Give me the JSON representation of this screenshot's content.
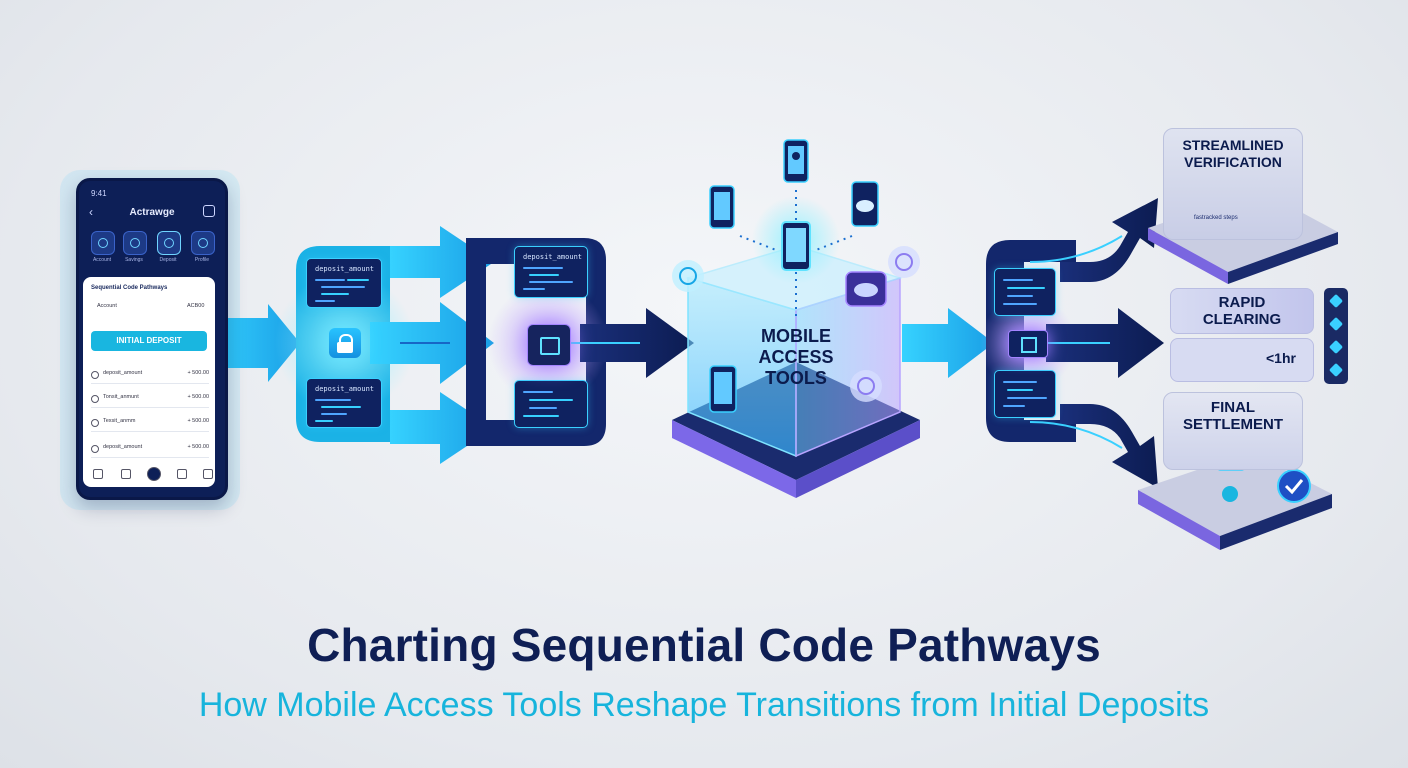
{
  "phone": {
    "time": "9:41",
    "header": "Actrawge",
    "quick_actions": [
      "Account",
      "Savings",
      "Deposit",
      "Profile"
    ],
    "card_title": "Sequential Code Pathways",
    "account_label": "Account",
    "account_value": "ACB00",
    "deposit_button": "INITIAL DEPOSIT",
    "rows": [
      {
        "name": "deposit_amount",
        "value": "+ 500.00"
      },
      {
        "name": "Tonsit_anmunt",
        "value": "+ 500.00"
      },
      {
        "name": "Texsit_anmm",
        "value": "+ 500.00"
      },
      {
        "name": "deposit_amount",
        "value": "+ 500.00"
      }
    ]
  },
  "code_boxes": {
    "left_top": "deposit_amount",
    "left_bottom": "deposit_amount",
    "mid_top": "deposit_amount"
  },
  "cube": {
    "title_lines": [
      "MOBILE",
      "ACCESS",
      "TOOLS"
    ]
  },
  "panels": {
    "verification": {
      "title": "STREAMLINED VERIFICATION",
      "caption": "fastracked steps"
    },
    "clearing": {
      "title": "RAPID CLEARING",
      "metric": "<1hr"
    },
    "settlement": {
      "title": "FINAL SETTLEMENT"
    }
  },
  "titles": {
    "main": "Charting Sequential Code Pathways",
    "subtitle": "How Mobile Access Tools Reshape Transitions from Initial Deposits"
  },
  "colors": {
    "navy": "#0f1f55",
    "cyan": "#17b4dc",
    "glow": "#3ad0ff",
    "violet": "#a27cff"
  }
}
